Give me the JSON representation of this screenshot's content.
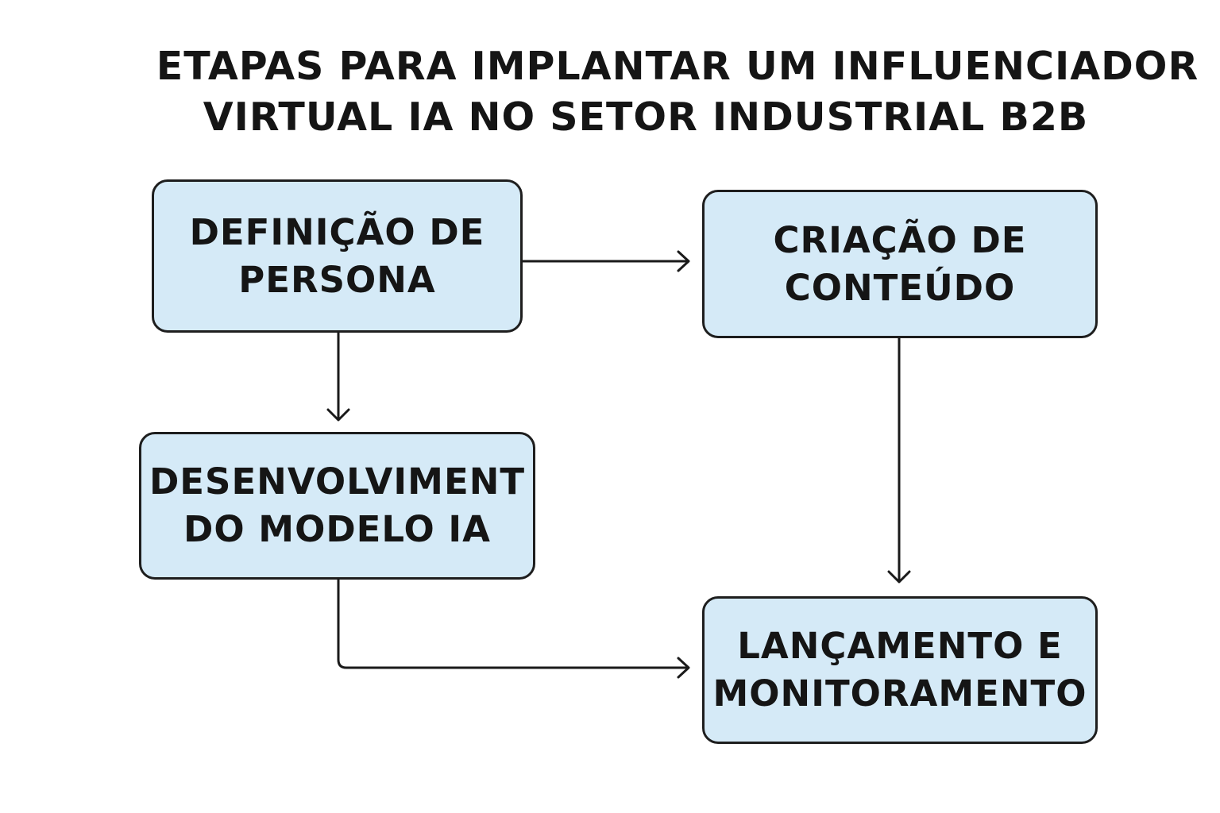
{
  "title": {
    "line1": "ETAPAS PARA IMPLANTAR UM INFLUENCIADOR",
    "line2": "VIRTUAL IA NO SETOR INDUSTRIAL B2B"
  },
  "nodes": [
    {
      "id": "definicao",
      "lines": [
        "DEFINIÇÃO DE",
        "PERSONA"
      ]
    },
    {
      "id": "criacao",
      "lines": [
        "CRIAÇÃO DE",
        "CONTEÚDO"
      ]
    },
    {
      "id": "desenvolvimento",
      "lines": [
        "DESENVOLVIMENT",
        "DO MODELO IA"
      ]
    },
    {
      "id": "lancamento",
      "lines": [
        "LANÇAMENTO E",
        "MONITORAMENTO"
      ]
    }
  ],
  "edges": [
    {
      "from": "definicao",
      "to": "criacao"
    },
    {
      "from": "definicao",
      "to": "desenvolvimento"
    },
    {
      "from": "criacao",
      "to": "lancamento"
    },
    {
      "from": "desenvolvimento",
      "to": "lancamento"
    }
  ],
  "colors": {
    "node_fill": "#d5eaf7",
    "node_border": "#1e1e1e",
    "text": "#151515",
    "connector": "#1a1a1a"
  }
}
